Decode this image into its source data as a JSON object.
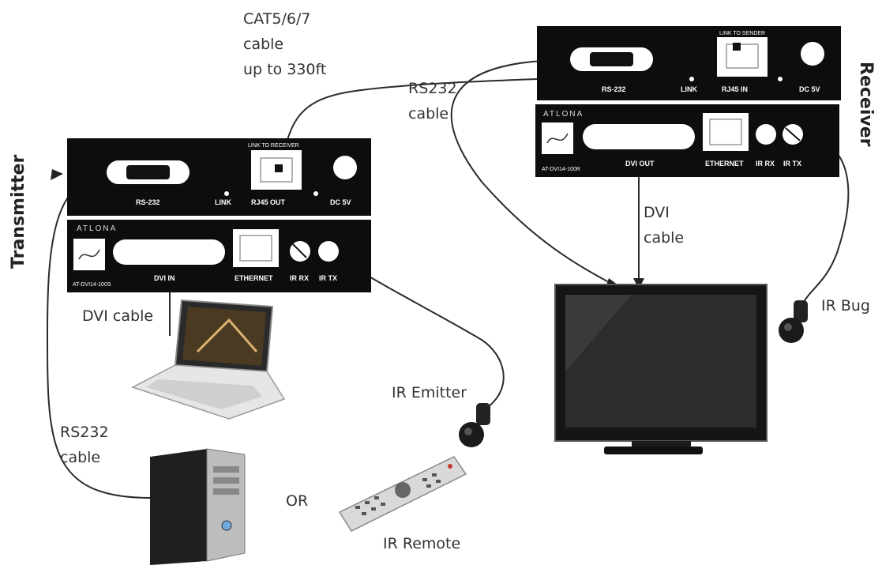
{
  "labels": {
    "cat_cable_line1": "CAT5/6/7",
    "cat_cable_line2": "cable",
    "cat_cable_line3": "up to 330ft",
    "rs232_receiver_line1": "RS232",
    "rs232_receiver_line2": "cable",
    "dvi_receiver_line1": "DVI",
    "dvi_receiver_line2": "cable",
    "dvi_transmitter": "DVI cable",
    "rs232_transmitter_line1": "RS232",
    "rs232_transmitter_line2": "cable",
    "ir_emitter": "IR Emitter",
    "ir_bug": "IR Bug",
    "or": "OR",
    "ir_remote": "IR Remote",
    "transmitter": "Transmitter",
    "receiver": "Receiver"
  },
  "transmitter_panel": {
    "link_to": "LINK TO RECEIVER",
    "rs232": "RS-232",
    "link": "LINK",
    "rj45": "RJ45 OUT",
    "dc": "DC 5V",
    "brand": "ATLONA",
    "dvi": "DVI IN",
    "ethernet": "ETHERNET",
    "ir_rx": "IR RX",
    "ir_tx": "IR TX",
    "model": "AT-DVI14-100S"
  },
  "receiver_panel": {
    "link_to": "LINK TO SENDER",
    "rs232": "RS-232",
    "link": "LINK",
    "rj45": "RJ45 IN",
    "dc": "DC 5V",
    "brand": "ATLONA",
    "dvi": "DVI OUT",
    "ethernet": "ETHERNET",
    "ir_rx": "IR RX",
    "ir_tx": "IR TX",
    "model": "AT-DVI14-100R"
  },
  "colors": {
    "panel": "#0d0d0d",
    "panel_text": "#ffffff",
    "cable": "#2b2b2b",
    "label": "#333333"
  }
}
